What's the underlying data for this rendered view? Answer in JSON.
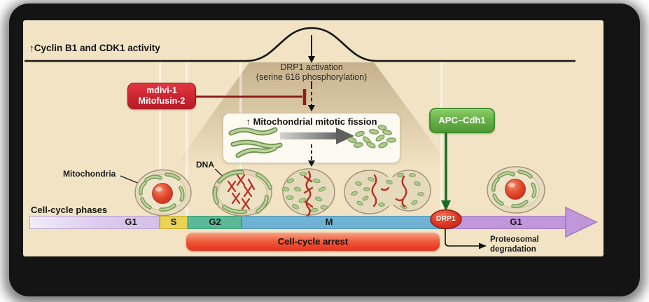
{
  "figure": {
    "top": {
      "activity_label": "↑Cyclin B1 and CDK1 activity",
      "drp1_caption_line1": "DRP1 activation",
      "drp1_caption_line2": "(serine 616 phosphorylation)"
    },
    "inhibitor_box": {
      "line1": "mdivi-1",
      "line2": "Mitofusin-2"
    },
    "fission_box": {
      "title": "↑ Mitochondrial mitotic fission"
    },
    "apc_box": {
      "label": "APC–Cdh1"
    },
    "cell_annotations": {
      "mitochondria": "Mitochondria",
      "dna": "DNA"
    },
    "phase_bar": {
      "axis_label": "Cell-cycle phases",
      "segments": [
        {
          "label": "G1",
          "color": "#d5c0e9"
        },
        {
          "label": "S",
          "color": "#e9d456"
        },
        {
          "label": "G2",
          "color": "#5ab997"
        },
        {
          "label": "M",
          "color": "#6fb2d4"
        },
        {
          "label": "G1",
          "color": "#c097da"
        }
      ]
    },
    "drp1_node": {
      "label": "DRP1",
      "color": "#dd3322"
    },
    "arrest_bar": {
      "label": "Cell-cycle arrest",
      "color": "#ea4028"
    },
    "degradation": {
      "line1": "Proteosomal",
      "line2": "degradation"
    },
    "colors": {
      "panel_background": "#f1e3c3",
      "frame": "#141414",
      "inhibitor_red": "#cb2330",
      "inhibition_line": "#8f1d1d",
      "apc_green": "#63ad41",
      "apc_arrow_green": "#1c6b22",
      "mitochondria_green": "#accb8c",
      "chromosome_red": "#b8311f",
      "nucleus_red": "#e14b2e"
    }
  }
}
